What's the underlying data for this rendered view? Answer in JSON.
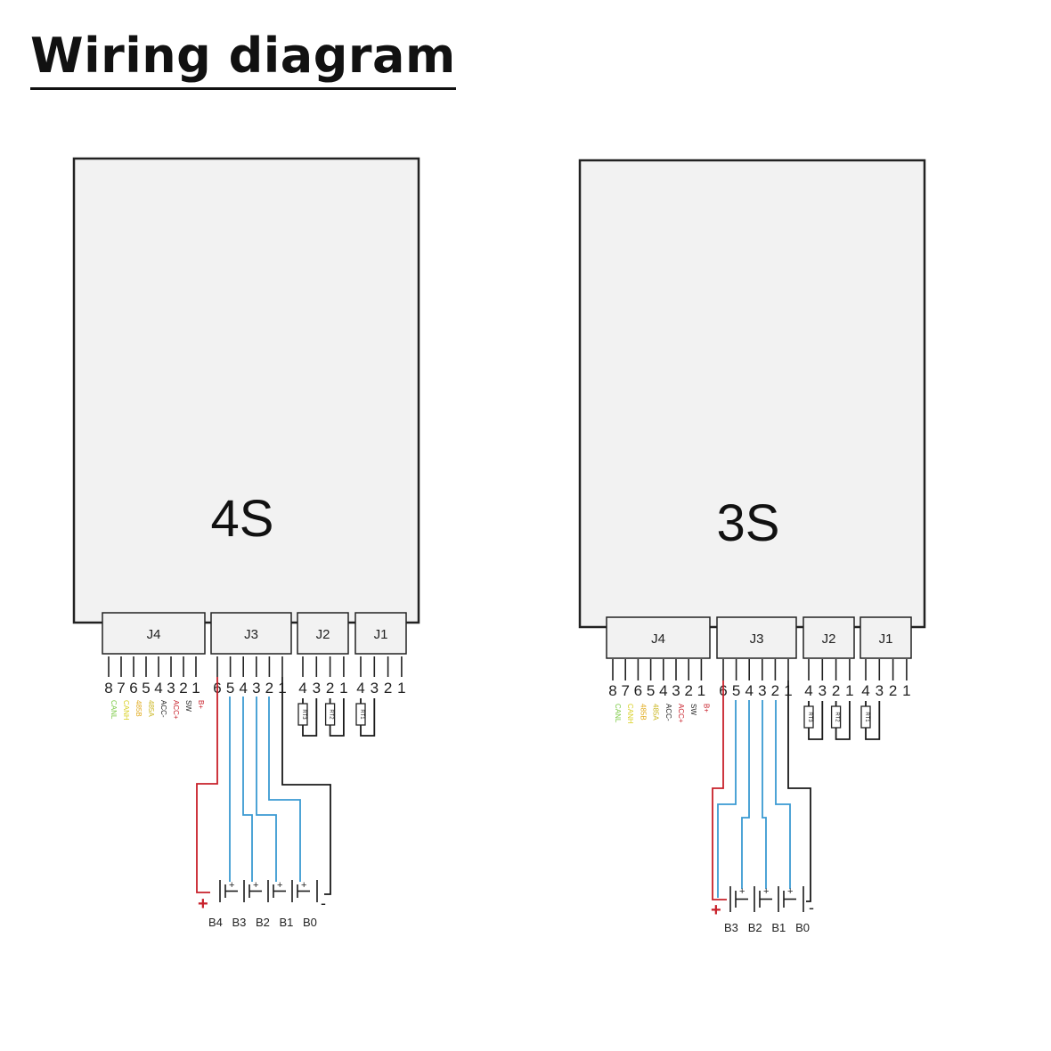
{
  "title": "Wiring diagram",
  "colors": {
    "board_fill": "#f2f2f2",
    "wire_red": "#c8202a",
    "wire_blue": "#3a9ad2",
    "wire_black": "#1a1a1a",
    "canl": "#7ac943",
    "canh": "#d8cf22",
    "rs485b": "#e0a91a",
    "rs485a": "#c9b51c",
    "acc_neg": "#222222",
    "acc_pos": "#c8202a",
    "sw": "#222222",
    "b_plus": "#c8202a"
  },
  "diagrams": [
    {
      "board_label": "4S",
      "connectors": {
        "J4": {
          "label": "J4",
          "pins": [
            "8",
            "7",
            "6",
            "5",
            "4",
            "3",
            "2",
            "1"
          ]
        },
        "J3": {
          "label": "J3",
          "pins": [
            "6",
            "5",
            "4",
            "3",
            "2",
            "1"
          ]
        },
        "J2": {
          "label": "J2",
          "pins": [
            "4",
            "3",
            "2",
            "1"
          ]
        },
        "J1": {
          "label": "J1",
          "pins": [
            "4",
            "3",
            "2",
            "1"
          ]
        }
      },
      "j4_signals": [
        {
          "pin": "8",
          "label": "CANL",
          "color_key": "canl"
        },
        {
          "pin": "7",
          "label": "CANH",
          "color_key": "canh"
        },
        {
          "pin": "6",
          "label": "485B",
          "color_key": "rs485b"
        },
        {
          "pin": "5",
          "label": "485A",
          "color_key": "rs485a"
        },
        {
          "pin": "4",
          "label": "ACC-",
          "color_key": "acc_neg"
        },
        {
          "pin": "3",
          "label": "ACC+",
          "color_key": "acc_pos"
        },
        {
          "pin": "2",
          "label": "SW",
          "color_key": "sw"
        },
        {
          "pin": "1",
          "label": "B+",
          "color_key": "b_plus"
        }
      ],
      "thermistors": [
        "RT3",
        "RT2",
        "RT1"
      ],
      "batteries": [
        "B4",
        "B3",
        "B2",
        "B1",
        "B0"
      ],
      "positive_symbol": "+",
      "negative_symbol": "-",
      "cell_plus": "+"
    },
    {
      "board_label": "3S",
      "connectors": {
        "J4": {
          "label": "J4",
          "pins": [
            "8",
            "7",
            "6",
            "5",
            "4",
            "3",
            "2",
            "1"
          ]
        },
        "J3": {
          "label": "J3",
          "pins": [
            "6",
            "5",
            "4",
            "3",
            "2",
            "1"
          ]
        },
        "J2": {
          "label": "J2",
          "pins": [
            "4",
            "3",
            "2",
            "1"
          ]
        },
        "J1": {
          "label": "J1",
          "pins": [
            "4",
            "3",
            "2",
            "1"
          ]
        }
      },
      "j4_signals": [
        {
          "pin": "8",
          "label": "CANL",
          "color_key": "canl"
        },
        {
          "pin": "7",
          "label": "CANH",
          "color_key": "canh"
        },
        {
          "pin": "6",
          "label": "485B",
          "color_key": "rs485b"
        },
        {
          "pin": "5",
          "label": "485A",
          "color_key": "rs485a"
        },
        {
          "pin": "4",
          "label": "ACC-",
          "color_key": "acc_neg"
        },
        {
          "pin": "3",
          "label": "ACC+",
          "color_key": "acc_pos"
        },
        {
          "pin": "2",
          "label": "SW",
          "color_key": "sw"
        },
        {
          "pin": "1",
          "label": "B+",
          "color_key": "b_plus"
        }
      ],
      "thermistors": [
        "RT3",
        "RT2",
        "RT1"
      ],
      "batteries": [
        "B3",
        "B2",
        "B1",
        "B0"
      ],
      "positive_symbol": "+",
      "negative_symbol": "-",
      "cell_plus": "+"
    }
  ]
}
